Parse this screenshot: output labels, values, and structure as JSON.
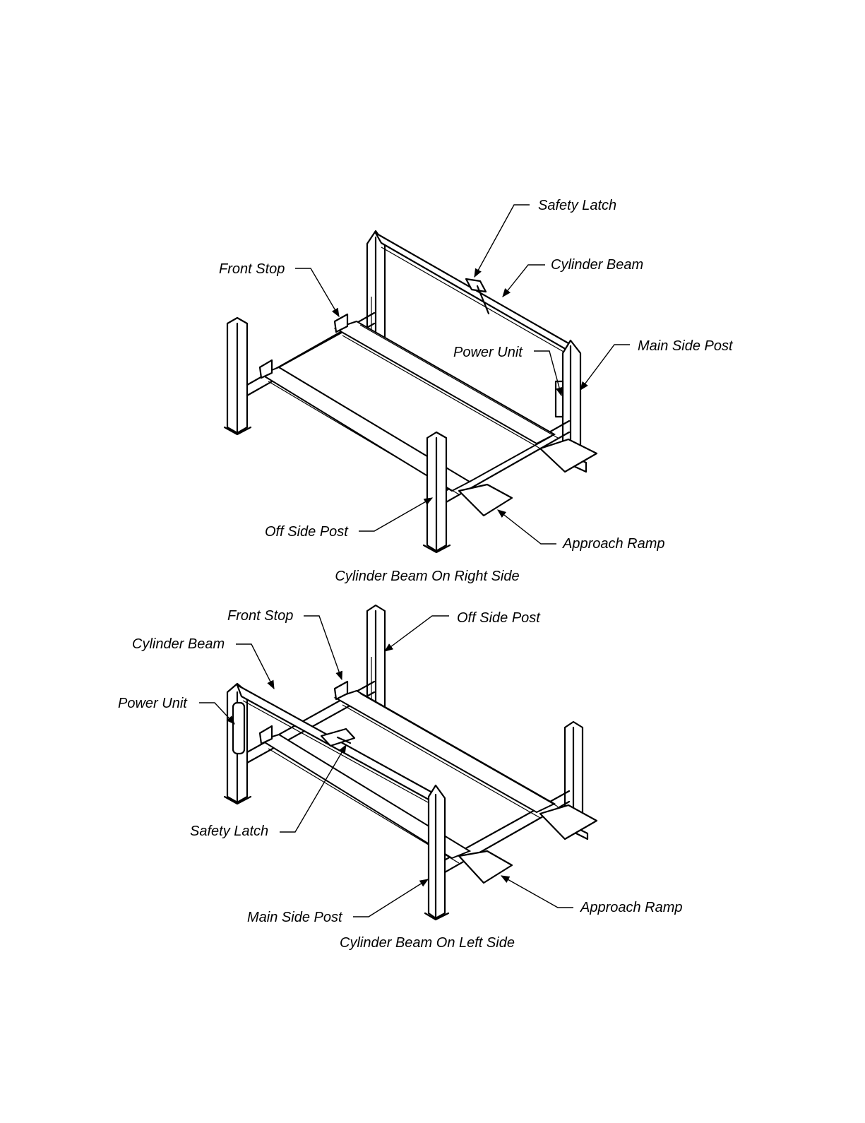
{
  "figures": [
    {
      "caption": "Cylinder Beam On Right Side",
      "labels": {
        "safety_latch": "Safety Latch",
        "cylinder_beam": "Cylinder Beam",
        "front_stop": "Front Stop",
        "power_unit": "Power Unit",
        "main_side_post": "Main Side Post",
        "off_side_post": "Off Side Post",
        "approach_ramp": "Approach Ramp"
      }
    },
    {
      "caption": "Cylinder Beam On Left Side",
      "labels": {
        "front_stop": "Front Stop",
        "off_side_post": "Off Side Post",
        "cylinder_beam": "Cylinder Beam",
        "power_unit": "Power Unit",
        "safety_latch": "Safety Latch",
        "main_side_post": "Main Side Post",
        "approach_ramp": "Approach Ramp"
      }
    }
  ]
}
